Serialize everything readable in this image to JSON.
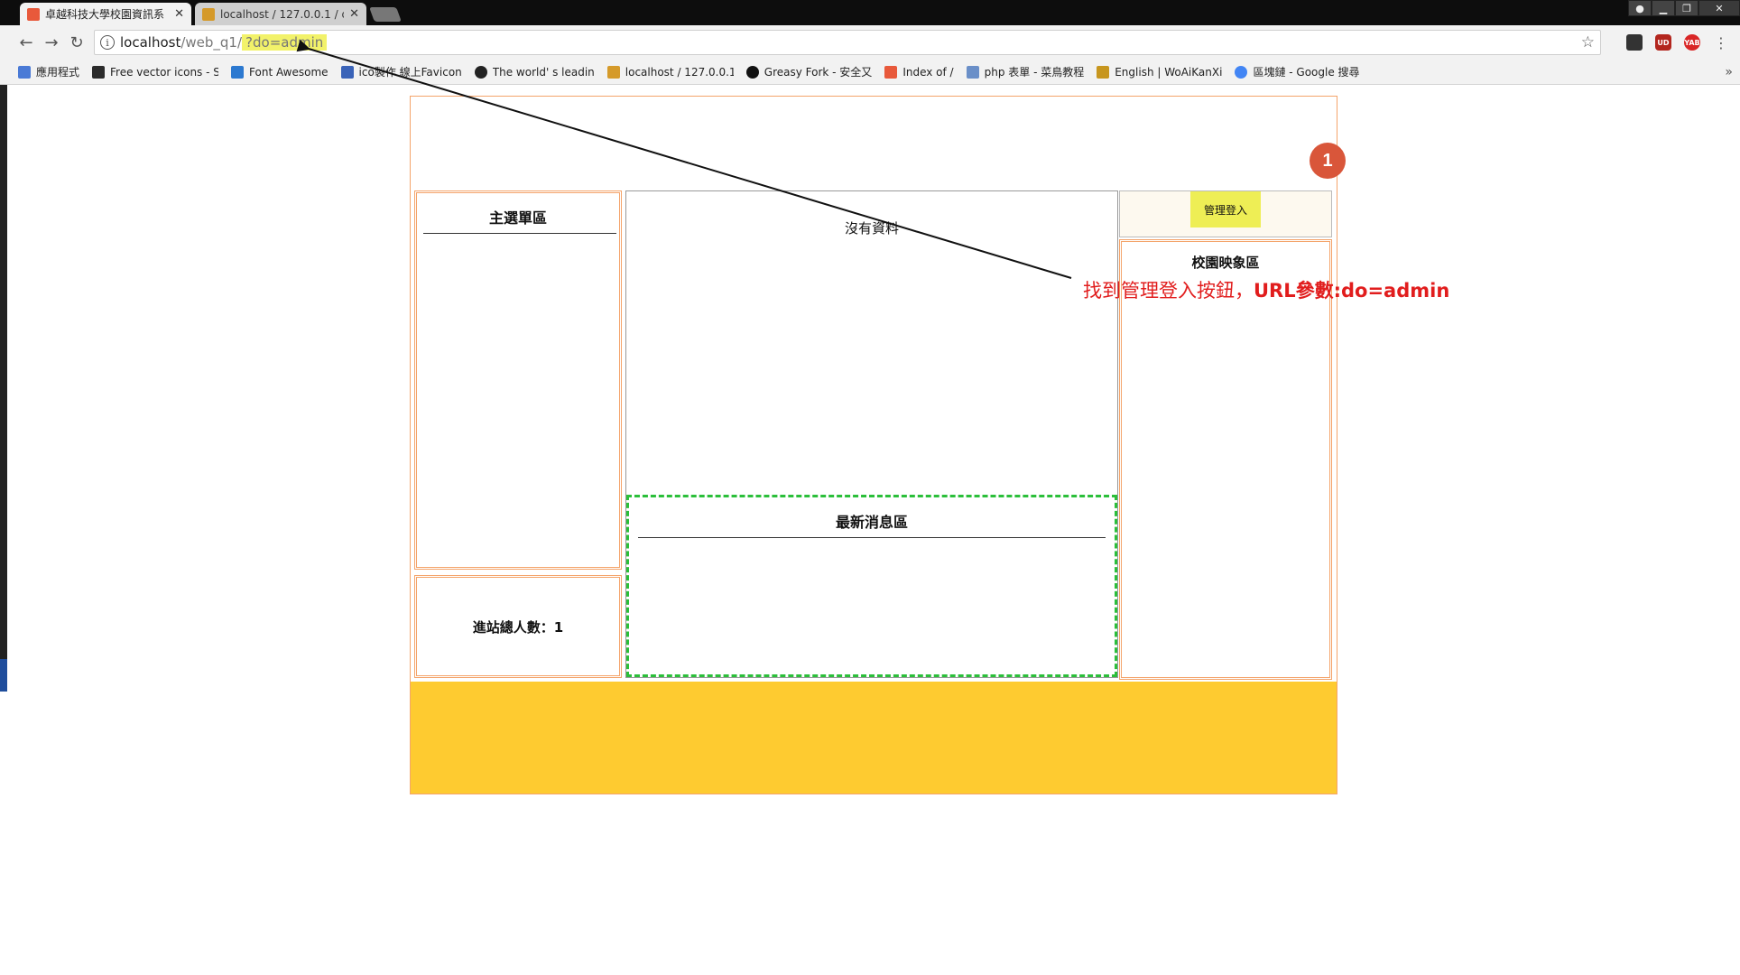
{
  "browser": {
    "tabs": [
      {
        "title": "卓越科技大學校園資訊系",
        "active": true,
        "favicon_color": "#e8593b"
      },
      {
        "title": "localhost / 127.0.0.1 / d",
        "active": false,
        "favicon_color": "#d59a2a"
      }
    ],
    "window_controls": [
      "person-icon",
      "minimize-icon",
      "restore-icon",
      "close-icon"
    ],
    "address": {
      "host": "localhost",
      "path": "/web_q1/",
      "query": "?do=admin"
    },
    "extensions": [
      {
        "name": "ext-dark-icon",
        "label": "",
        "color": "#333333"
      },
      {
        "name": "ublock-icon",
        "label": "UD",
        "color": "#b3261e"
      },
      {
        "name": "yab-icon",
        "label": "YAB",
        "color": "#d92626"
      }
    ],
    "bookmarks": [
      {
        "label": "應用程式",
        "icon": "apps-grid-icon",
        "color": "#4a7ad6"
      },
      {
        "label": "Free vector icons - S",
        "icon": "vector-icon",
        "color": "#2b2b2b"
      },
      {
        "label": "Font Awesome",
        "icon": "flag-icon",
        "color": "#2c79d0"
      },
      {
        "label": "ico製作 線上Favicon",
        "icon": "ico-icon",
        "color": "#3a63b8"
      },
      {
        "label": "The world' s leadin",
        "icon": "github-icon",
        "color": "#222222"
      },
      {
        "label": "localhost / 127.0.0.1",
        "icon": "pma-icon",
        "color": "#d59a2a"
      },
      {
        "label": "Greasy Fork - 安全又",
        "icon": "greasyfork-icon",
        "color": "#111111"
      },
      {
        "label": "Index of /",
        "icon": "xampp-icon",
        "color": "#e8593b"
      },
      {
        "label": "php 表單 - 菜鳥教程",
        "icon": "doc-icon",
        "color": "#6a8fc8"
      },
      {
        "label": "English | WoAiKanXi",
        "icon": "bars-icon",
        "color": "#c7961e"
      },
      {
        "label": "區塊鏈 - Google 搜尋",
        "icon": "google-icon",
        "color": "#4285f4"
      }
    ]
  },
  "page": {
    "menu_title": "主選單區",
    "visitor_text": "進站總人數：1",
    "no_data": "沒有資料",
    "news_title": "最新消息區",
    "login_button": "管理登入",
    "campus_title": "校園映象區"
  },
  "annotation": {
    "step": "1",
    "text_prefix": "找到管理登入按鈕，",
    "text_bold": "URL參數:do=admin",
    "color": "#e11d1d"
  }
}
